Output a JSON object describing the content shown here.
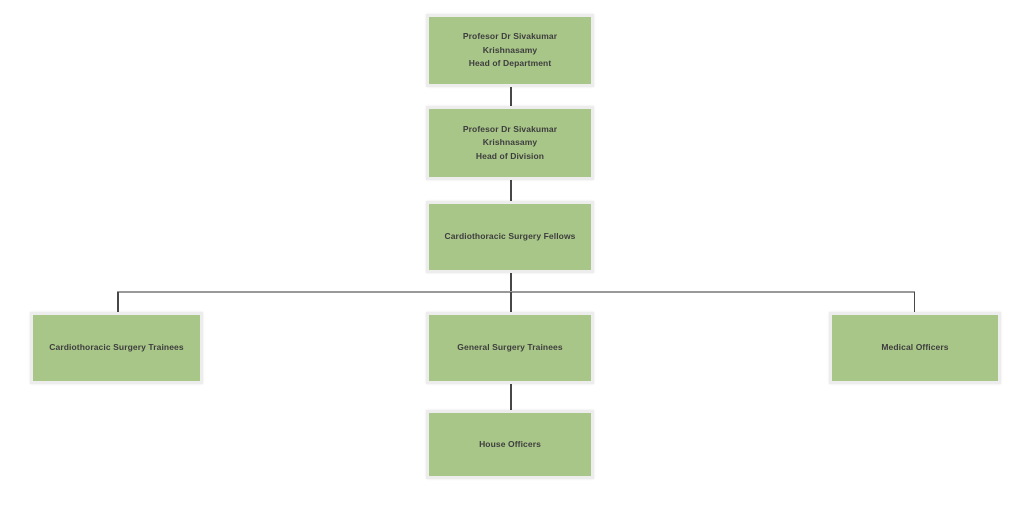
{
  "diagram": {
    "type": "org-chart",
    "title": ""
  },
  "nodes": {
    "head_of_department": {
      "line1": "Profesor Dr Sivakumar Krishnasamy",
      "line2": "Head of Department"
    },
    "head_of_division": {
      "line1": "Profesor Dr Sivakumar Krishnasamy",
      "line2": "Head of Division"
    },
    "fellows": {
      "line1": "Cardiothoracic Surgery Fellows"
    },
    "ct_trainees": {
      "line1": "Cardiothoracic Surgery Trainees"
    },
    "gs_trainees": {
      "line1": "General Surgery Trainees"
    },
    "medical_officers": {
      "line1": "Medical Officers"
    },
    "house_officers": {
      "line1": "House Officers"
    }
  },
  "hierarchy": [
    [
      "head_of_department",
      "head_of_division"
    ],
    [
      "head_of_division",
      "fellows"
    ],
    [
      "fellows",
      "ct_trainees"
    ],
    [
      "fellows",
      "gs_trainees"
    ],
    [
      "fellows",
      "medical_officers"
    ],
    [
      "gs_trainees",
      "house_officers"
    ]
  ],
  "colors": {
    "box_fill": "#a9c689",
    "box_frame": "#eeedee",
    "text_color": "#3d3d3d",
    "connector_dark": "#474747",
    "connector_light": "#999999",
    "page_bg": "#ffffff"
  }
}
